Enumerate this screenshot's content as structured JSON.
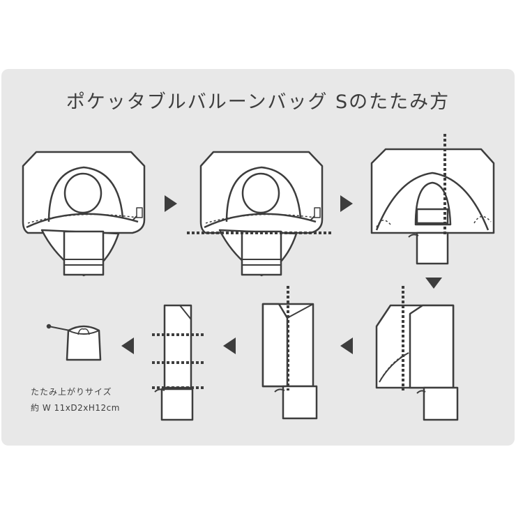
{
  "title": "ポケッタブルバルーンバッグ Sのたたみ方",
  "folded_size": {
    "label": "たたみ上がりサイズ",
    "dimensions": "約 W 11xD2xH12cm"
  },
  "colors": {
    "panel_background": "#e8e8e8",
    "line": "#3d3d3d",
    "fill": "#ffffff",
    "arrow": "#3d3d3d"
  }
}
